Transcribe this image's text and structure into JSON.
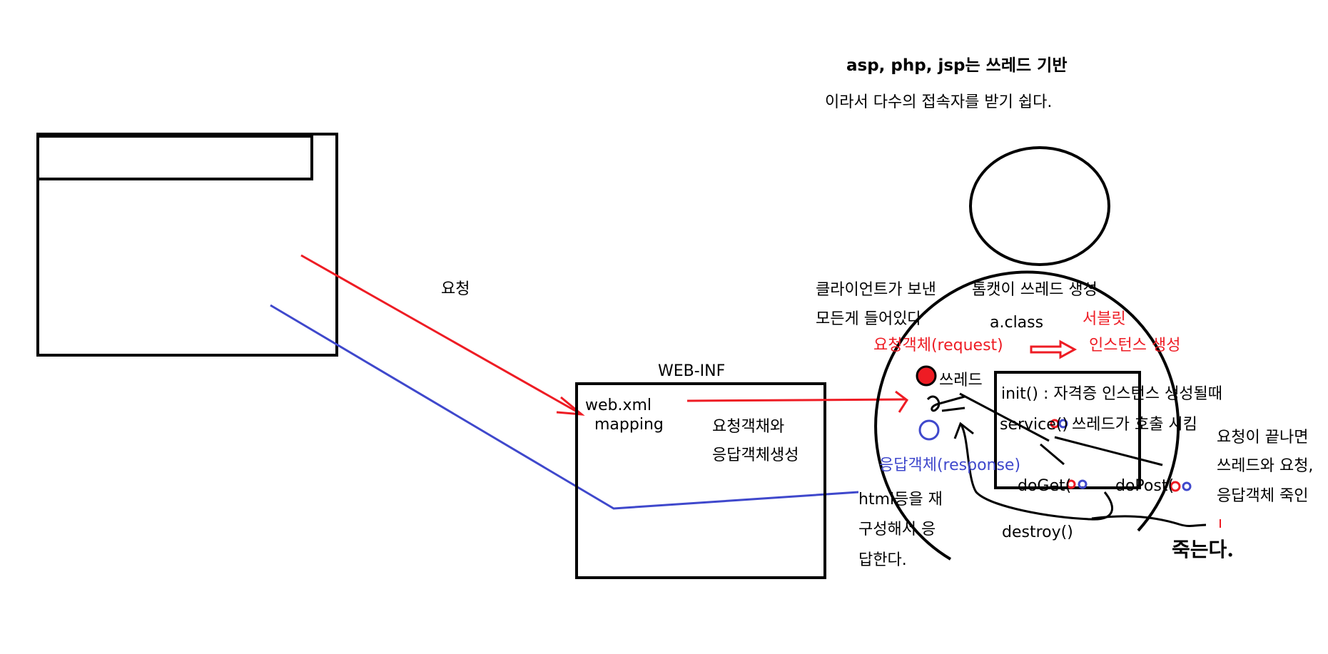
{
  "title_line1": "asp, php, jsp는 쓰레드 기반",
  "title_line2": "이라서 다수의 접속자를 받기 쉽다.",
  "request_label": "요청",
  "webinf_label": "WEB-INF",
  "webxml_label": "web.xml",
  "mapping_label": "mapping",
  "create_objects_line1": "요청객채와",
  "create_objects_line2": "응답객체생성",
  "client_note_line1": "클라이언트가 보낸",
  "client_note_line2": "모든게 들어있다",
  "tomcat_thread_label": "톰캣이 쓰레드 생성",
  "aclass_label": "a.class",
  "servlet_label": "서블릿",
  "instance_create_label": "인스턴스 생성",
  "request_object_label": "요청객체(request)",
  "thread_label": "쓰레드",
  "response_object_label": "응답객체(response)",
  "init_label": "init() : 자격증 인스턴스 생성될때",
  "service_label": "service()",
  "service_note": "쓰레드가 호출 시킴",
  "doget_label": "doGet(",
  "dopost_label": "doPost(",
  "destroy_label": "destroy()",
  "rebuild_line1": "html등을 재",
  "rebuild_line2": "구성해서 응",
  "rebuild_line3": "답한다.",
  "end_note_line1": "요청이 끝나면",
  "end_note_line2": "쓰레드와 요청,",
  "end_note_line3": "응답객체 죽인",
  "dies_label": "죽는다.",
  "colors": {
    "request_line": "#ee1c24",
    "response_line": "#3f48cc",
    "ink": "#000000"
  }
}
